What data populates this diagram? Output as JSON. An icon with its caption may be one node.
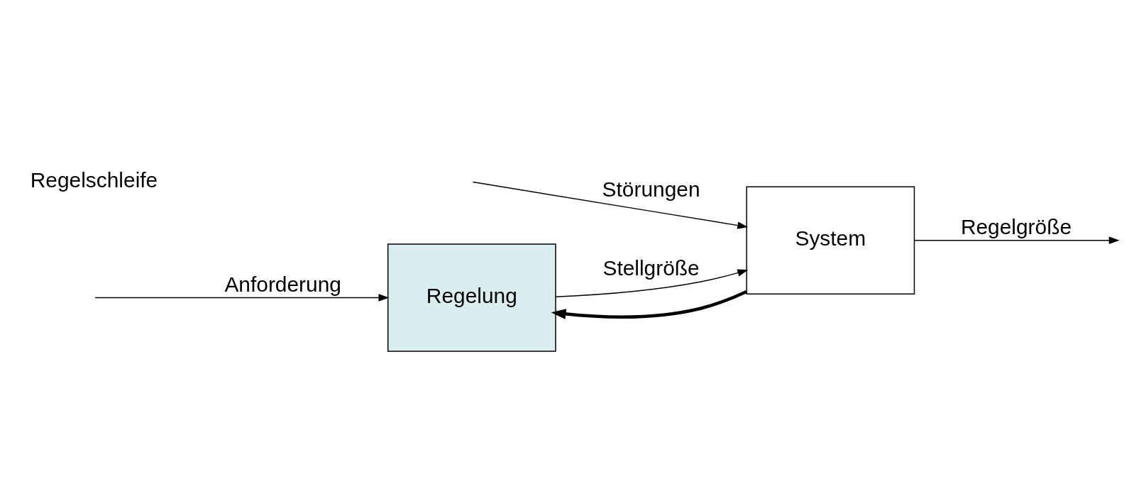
{
  "diagram": {
    "nodes": [
      {
        "text": [
          "Regelung"
        ]
      },
      {
        "text": [
          "System"
        ]
      }
    ],
    "edges": [
      {
        "from": null,
        "to": 0,
        "arrow": "to",
        "label": "Anforderung"
      },
      {
        "from": 0,
        "to": 1,
        "arrow": "to",
        "label": "Stellgröße"
      },
      {
        "from": null,
        "to": 1,
        "arrow": "to",
        "label": "Störungen"
      },
      {
        "from": 1,
        "to": null,
        "arrow": "to",
        "label": "Regelgröße"
      },
      {
        "from": 1,
        "to": 0,
        "arrow": "to",
        "style": "thick"
      }
    ],
    "labels": [
      "Regelschleife"
    ]
  }
}
